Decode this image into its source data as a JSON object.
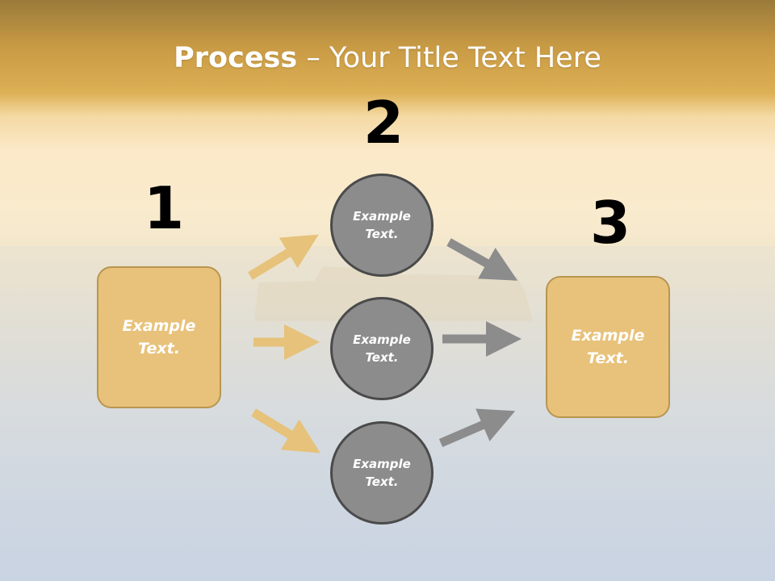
{
  "slide": {
    "title_bold": "Process",
    "title_rest": " – Your Title Text Here"
  },
  "steps": {
    "num1": "1",
    "num2": "2",
    "num3": "3",
    "box_left": "Example Text.",
    "box_right": "Example Text.",
    "circle_top": "Example Text.",
    "circle_mid": "Example Text.",
    "circle_bot": "Example Text."
  },
  "colors": {
    "box_fill": "#e8c27a",
    "circle_fill": "#8c8c8c",
    "arrow_gold": "#e6c27a",
    "arrow_gray": "#8c8c8c"
  }
}
